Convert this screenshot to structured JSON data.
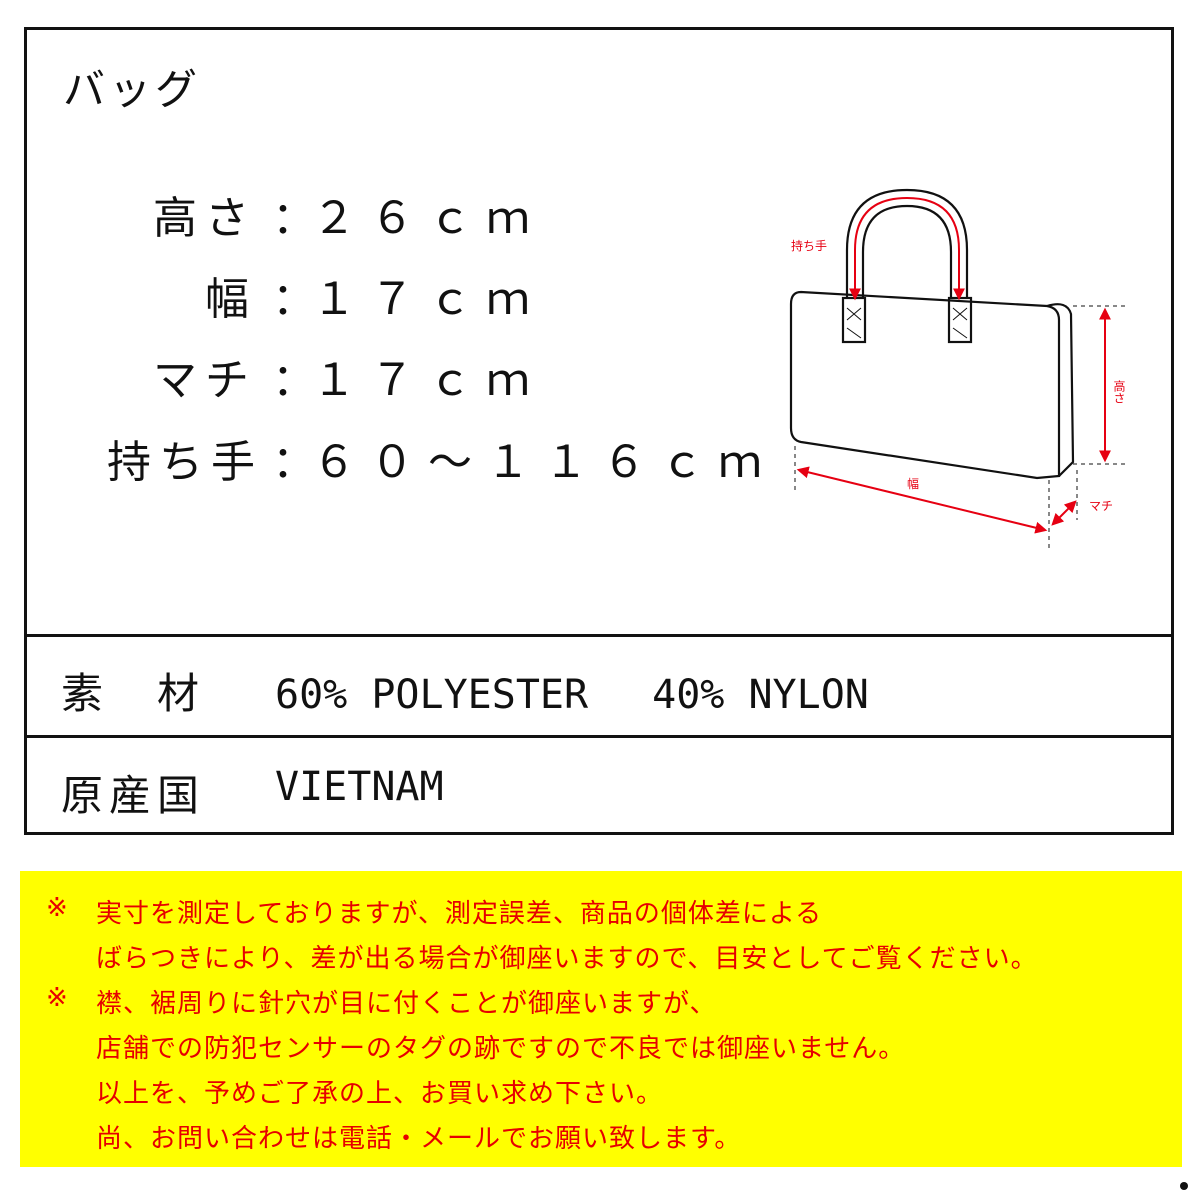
{
  "category_title": "バッグ",
  "dimensions": [
    {
      "label": "高さ",
      "value": "２６ｃｍ"
    },
    {
      "label": "幅",
      "value": "１７ｃｍ"
    },
    {
      "label": "マチ",
      "value": "１７ｃｍ"
    },
    {
      "label": "持ち手",
      "value": "６０～１１６ｃｍ"
    }
  ],
  "colon": "：",
  "material": {
    "label": "素　材",
    "value": "60% POLYESTER　 40% NYLON"
  },
  "origin": {
    "label": "原産国",
    "value": "VIETNAM"
  },
  "diagram": {
    "handle_label": "持ち手",
    "height_label": "高さ",
    "width_label": "幅",
    "depth_label": "マチ",
    "line_color": "#111111",
    "arrow_color": "#e60012"
  },
  "notice": {
    "mark": "※",
    "lines": [
      "実寸を測定しておりますが、測定誤差、商品の個体差による",
      "ばらつきにより、差が出る場合が御座いますので、目安としてご覧ください。",
      "襟、裾周りに針穴が目に付くことが御座いますが、",
      "店舗での防犯センサーのタグの跡ですので不良では御座いません。",
      "以上を、予めご了承の上、お買い求め下さい。",
      "尚、お問い合わせは電話・メールでお願い致します。"
    ],
    "background": "#ffff00",
    "text_color": "#e60000"
  }
}
